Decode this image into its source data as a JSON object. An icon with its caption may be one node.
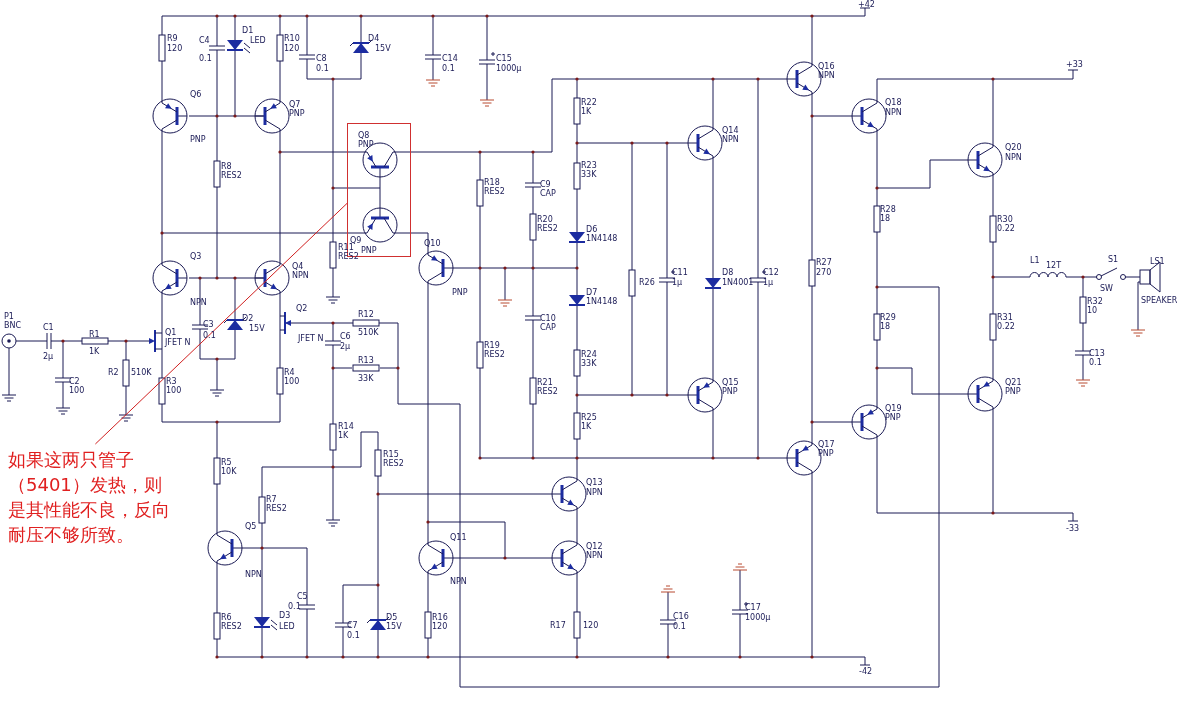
{
  "diagram": {
    "nodes": [
      {
        "text": [
          "如果这两只管子（5401）发热，则是其性能不良，反向耐压不够所致。"
        ]
      },
      {
        "text": [],
        "shape": "box"
      }
    ],
    "edges": [
      {
        "from": 0,
        "to": 1,
        "arrow": "none"
      }
    ],
    "labels": [
      "+42",
      "R9",
      "120",
      "C4",
      "0.1",
      "D1",
      "LED",
      "R10",
      "120",
      "C8",
      "0.1",
      "D4",
      "15V",
      "C14",
      "0.1",
      "C15",
      "1000μ",
      "Q6",
      "PNP",
      "Q7",
      "PNP",
      "R8",
      "RES2",
      "Q8",
      "PNP",
      "Q9",
      "PNP",
      "R11",
      "RES2",
      "Q10",
      "PNP",
      "Q3",
      "NPN",
      "Q4",
      "NPN",
      "R12",
      "510K",
      "Q2",
      "D2",
      "15V",
      "P1",
      "BNC",
      "C1",
      "2μ",
      "R1",
      "1K",
      "Q1",
      "JFET N",
      "C3",
      "0.1",
      "JFET N",
      "C6",
      "2μ",
      "R13",
      "33K",
      "R2",
      "510K",
      "C2",
      "100",
      "R3",
      "100",
      "R4",
      "100",
      "R14",
      "1K",
      "R5",
      "10K",
      "R15",
      "RES2",
      "R7",
      "RES2",
      "Q5",
      "NPN",
      "C5",
      "0.1",
      "R6",
      "RES2",
      "D3",
      "LED",
      "C7",
      "0.1",
      "D5",
      "15V",
      "R16",
      "120",
      "Q11",
      "NPN",
      "R18",
      "RES2",
      "C9",
      "CAP",
      "R20",
      "RES2",
      "R22",
      "1K",
      "R23",
      "33K",
      "D6",
      "1N4148",
      "D7",
      "1N4148",
      "C10",
      "CAP",
      "R19",
      "RES2",
      "R21",
      "RES2",
      "R24",
      "33K",
      "R25",
      "1K",
      "Q14",
      "NPN",
      "R26",
      "C11",
      "1μ",
      "D8",
      "1N4001",
      "C12",
      "1μ",
      "Q15",
      "PNP",
      "Q13",
      "NPN",
      "Q12",
      "NPN",
      "R17",
      "120",
      "C16",
      "0.1",
      "C17",
      "1000μ",
      "-42",
      "Q16",
      "NPN",
      "R27",
      "270",
      "Q17",
      "PNP",
      "Q18",
      "NPN",
      "+33",
      "Q20",
      "NPN",
      "R28",
      "18",
      "R30",
      "0.22",
      "L1",
      "12T",
      "S1",
      "SW",
      "LS1",
      "R32",
      "10",
      "SPEAKER",
      "R29",
      "18",
      "R31",
      "0.22",
      "C13",
      "0.1",
      "Q19",
      "PNP",
      "Q21",
      "PNP",
      "-33"
    ]
  }
}
